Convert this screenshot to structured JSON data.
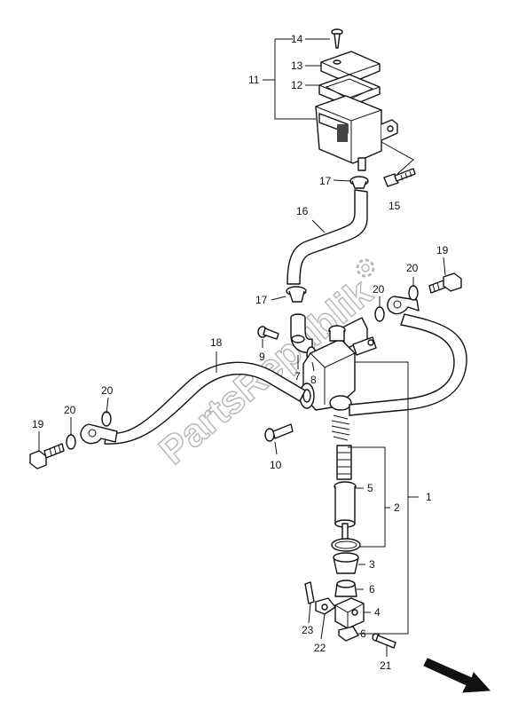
{
  "watermark": "PartsRepublik",
  "callouts": {
    "c1": "1",
    "c2": "2",
    "c3": "3",
    "c4": "4",
    "c5": "5",
    "c6a": "6",
    "c6b": "6",
    "c7": "7",
    "c8": "8",
    "c9": "9",
    "c10": "10",
    "c11": "11",
    "c12": "12",
    "c13": "13",
    "c14": "14",
    "c15": "15",
    "c16": "16",
    "c17a": "17",
    "c17b": "17",
    "c18": "18",
    "c19a": "19",
    "c19b": "19",
    "c20a": "20",
    "c20b": "20",
    "c20c": "20",
    "c20d": "20",
    "c21": "21",
    "c22": "22",
    "c23": "23"
  }
}
